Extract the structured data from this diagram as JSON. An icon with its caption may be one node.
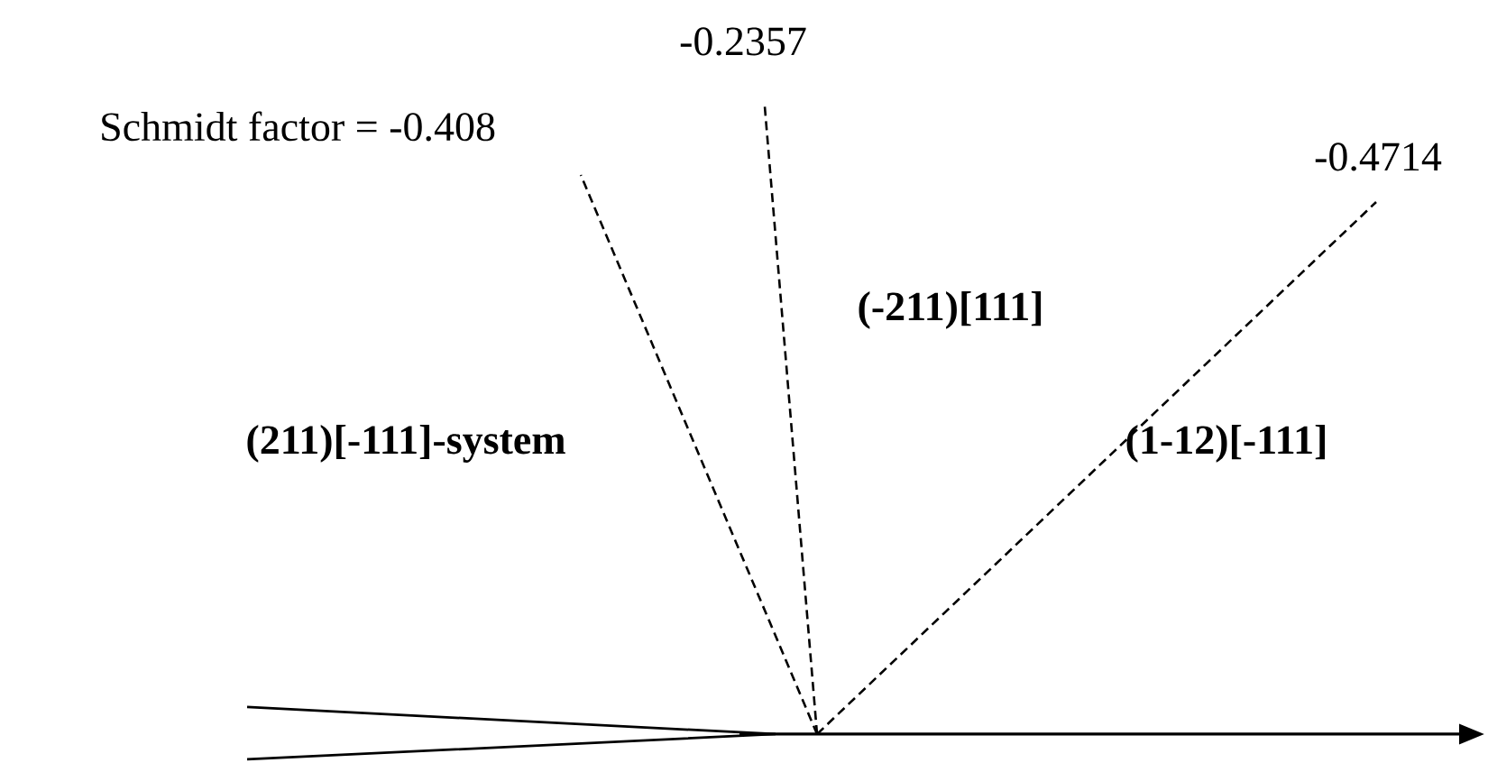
{
  "diagram": {
    "labels": [
      "-0.2357",
      "Schmidt factor = -0.408",
      "-0.4714",
      "(-211)[111]",
      "(211)[-111]-system",
      "(1-12)[-111]"
    ]
  }
}
